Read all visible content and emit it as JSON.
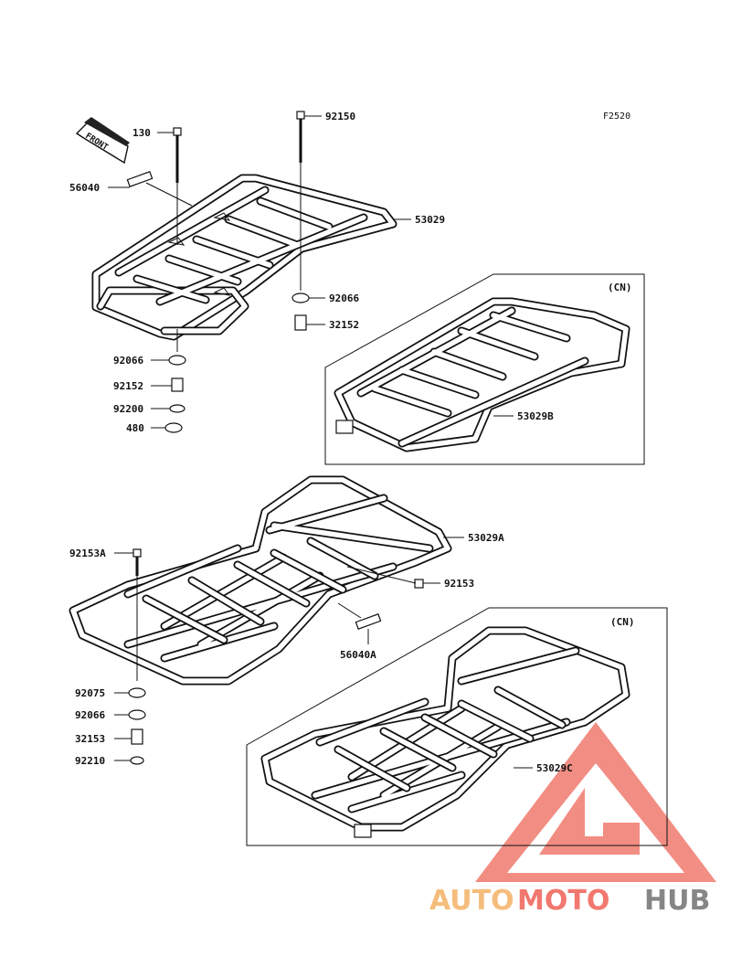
{
  "figure_code": "F2520",
  "front_arrow": "FRONT",
  "variant_tags": {
    "box1": "(CN)",
    "box2": "(CN)"
  },
  "labels": {
    "p130": "130",
    "p92150": "92150",
    "p56040": "56040",
    "p53029": "53029",
    "p92066a": "92066",
    "p32152": "32152",
    "p92066b": "92066",
    "p92152": "92152",
    "p92200": "92200",
    "p480": "480",
    "p53029B": "53029B",
    "p92153A": "92153A",
    "p53029A": "53029A",
    "p92153": "92153",
    "p56040A": "56040A",
    "p92075": "92075",
    "p92066c": "92066",
    "p32153": "32153",
    "p92210": "92210",
    "p53029C": "53029C"
  },
  "watermark": {
    "auto": "AUTO",
    "moto": "MOTO",
    "hub": "HUB"
  },
  "colors": {
    "watermark_orange": "#f5b66e",
    "watermark_red": "#f06a60",
    "watermark_grey": "#7a7a7a",
    "line": "#111111"
  }
}
